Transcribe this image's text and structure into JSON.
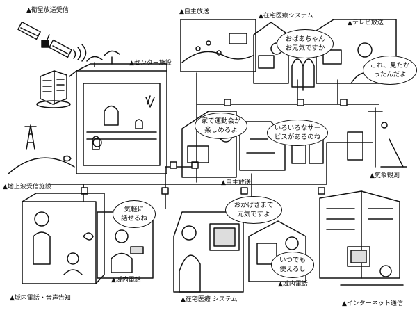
{
  "labels": {
    "satellite": "衛星放送受信",
    "jishu_top": "自主放送",
    "zaitaku_top": "在宅医療システム",
    "tv": "テレビ放送",
    "center": "センター施設",
    "kisho": "気象観測",
    "jishu_mid": "自主放送",
    "chijo": "地上波受信施設",
    "ikinai_left": "域内電話・音声告知",
    "ikinai_mid": "域内電話",
    "zaitaku_bottom": "在宅医療 システム",
    "ikinai_right": "域内電話",
    "internet": "インターネット通信"
  },
  "bubbles": {
    "obaachan": [
      "おばあちゃん",
      "お元気ですか"
    ],
    "mitaka": [
      "これ、見たか",
      "ったんだよ"
    ],
    "undokai": [
      "家で運動会が",
      "楽しめるよ"
    ],
    "service": [
      "いろいろなサー",
      "ビスがあるのね"
    ],
    "kigaru": [
      "気軽に",
      "話せるね"
    ],
    "okage": [
      "おかげさまで",
      "元気ですよ"
    ],
    "itsudemo": [
      "いつでも",
      "使えるし"
    ]
  },
  "colors": {
    "ink": "#111111",
    "paper": "#ffffff",
    "shade": "#dddddd"
  }
}
